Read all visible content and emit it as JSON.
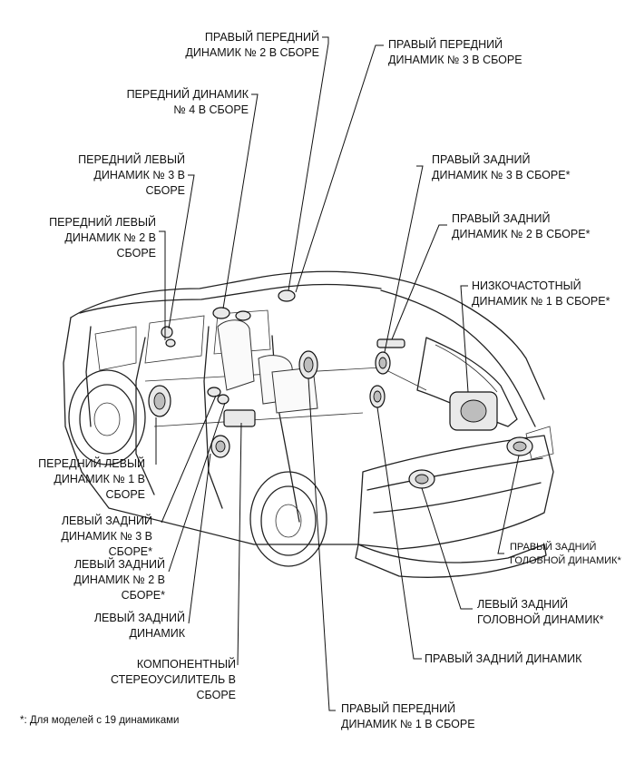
{
  "labels": {
    "rf2": "ПРАВЫЙ ПЕРЕДНИЙ\nДИНАМИК № 2 В СБОРЕ",
    "rf3": "ПРАВЫЙ ПЕРЕДНИЙ\nДИНАМИК № 3 В СБОРЕ",
    "f4": "ПЕРЕДНИЙ ДИНАМИК\n№ 4 В СБОРЕ",
    "lf3": "ПЕРЕДНИЙ ЛЕВЫЙ\nДИНАМИК № 3 В\nСБОРЕ",
    "rr3": "ПРАВЫЙ ЗАДНИЙ\nДИНАМИК № 3 В СБОРЕ*",
    "lf2": "ПЕРЕДНИЙ ЛЕВЫЙ\nДИНАМИК № 2 В\nСБОРЕ",
    "rr2": "ПРАВЫЙ ЗАДНИЙ\nДИНАМИК № 2 В СБОРЕ*",
    "sub1": "НИЗКОЧАСТОТНЫЙ\nДИНАМИК № 1 В СБОРЕ*",
    "lf1": "ПЕРЕДНИЙ ЛЕВЫЙ\nДИНАМИК № 1 В\nСБОРЕ",
    "lr3": "ЛЕВЫЙ ЗАДНИЙ\nДИНАМИК № 3 В\nСБОРЕ*",
    "rrhead": "ПРАВЫЙ ЗАДНИЙ\nГОЛОВНОЙ ДИНАМИК*",
    "lr2": "ЛЕВЫЙ ЗАДНИЙ\nДИНАМИК № 2 В\nСБОРЕ*",
    "lrhead": "ЛЕВЫЙ ЗАДНИЙ\nГОЛОВНОЙ ДИНАМИК*",
    "lr": "ЛЕВЫЙ ЗАДНИЙ\nДИНАМИК",
    "rr": "ПРАВЫЙ ЗАДНИЙ ДИНАМИК",
    "amp": "КОМПОНЕНТНЫЙ\nСТЕРЕОУСИЛИТЕЛЬ В СБОРЕ",
    "rf1": "ПРАВЫЙ ПЕРЕДНИЙ\nДИНАМИК № 1 В СБОРЕ"
  },
  "footnote": "*: Для моделей с 19 динамиками"
}
